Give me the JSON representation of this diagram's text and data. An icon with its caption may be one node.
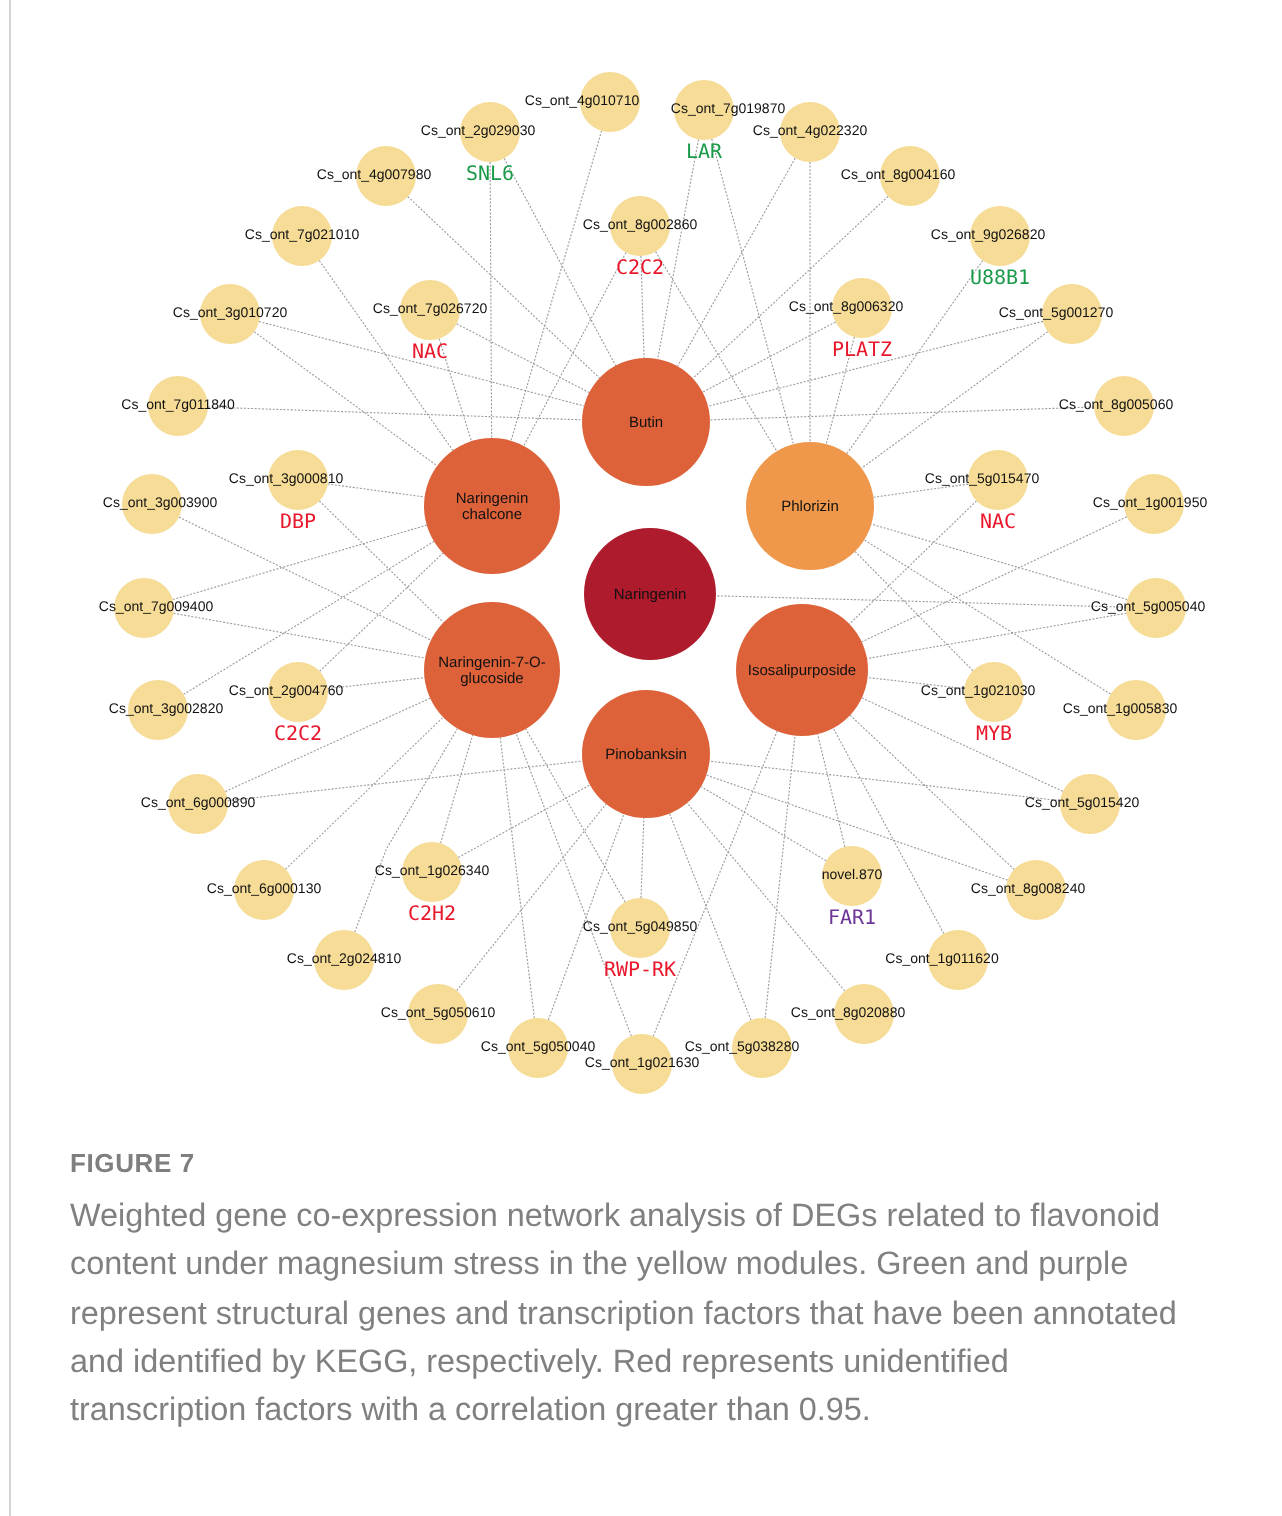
{
  "diagram": {
    "title": "FIGURE 7",
    "caption": "Weighted gene co-expression network analysis of DEGs related to flavonoid content under magnesium stress in the yellow modules. Green and purple represent structural genes and transcription factors that have been annotated and identified by KEGG, respectively. Red represents unidentified transcription factors with a correlation greater than 0.95.",
    "nodes": [
      {
        "text": [
          "Butin"
        ]
      },
      {
        "text": [
          "Naringenin chalcone"
        ]
      },
      {
        "text": [
          "Phlorizin"
        ]
      },
      {
        "text": [
          "Naringenin"
        ]
      },
      {
        "text": [
          "Naringenin-7-O-glucoside"
        ]
      },
      {
        "text": [
          "Isosalipurposide"
        ]
      },
      {
        "text": [
          "Pinobanksin"
        ]
      },
      {
        "text": [
          "Cs_ont_4g010710"
        ]
      },
      {
        "text": [
          "Cs_ont_7g019870"
        ],
        "beside": [
          "LAR"
        ]
      },
      {
        "text": [
          "Cs_ont_4g022320"
        ]
      },
      {
        "text": [
          "Cs_ont_8g004160"
        ]
      },
      {
        "text": [
          "Cs_ont_9g026820"
        ],
        "beside": [
          "U88B1"
        ]
      },
      {
        "text": [
          "Cs_ont_5g001270"
        ]
      },
      {
        "text": [
          "Cs_ont_8g005060"
        ]
      },
      {
        "text": [
          "Cs_ont_1g001950"
        ]
      },
      {
        "text": [
          "Cs_ont_5g005040"
        ]
      },
      {
        "text": [
          "Cs_ont_1g005830"
        ]
      },
      {
        "text": [
          "Cs_ont_5g015420"
        ]
      },
      {
        "text": [
          "Cs_ont_8g008240"
        ]
      },
      {
        "text": [
          "Cs_ont_1g011620"
        ]
      },
      {
        "text": [
          "Cs_ont_8g020880"
        ]
      },
      {
        "text": [
          "Cs_ont_5g038280"
        ]
      },
      {
        "text": [
          "Cs_ont_1g021630"
        ]
      },
      {
        "text": [
          "Cs_ont_5g050040"
        ]
      },
      {
        "text": [
          "Cs_ont_5g050610"
        ]
      },
      {
        "text": [
          "Cs_ont_2g024810"
        ]
      },
      {
        "text": [
          "Cs_ont_6g000130"
        ]
      },
      {
        "text": [
          "Cs_ont_6g000890"
        ]
      },
      {
        "text": [
          "Cs_ont_3g002820"
        ]
      },
      {
        "text": [
          "Cs_ont_7g009400"
        ]
      },
      {
        "text": [
          "Cs_ont_3g003900"
        ]
      },
      {
        "text": [
          "Cs_ont_7g011840"
        ]
      },
      {
        "text": [
          "Cs_ont_3g010720"
        ]
      },
      {
        "text": [
          "Cs_ont_7g021010"
        ]
      },
      {
        "text": [
          "Cs_ont_4g007980"
        ]
      },
      {
        "text": [
          "Cs_ont_2g029030"
        ],
        "beside": [
          "SNL6"
        ]
      },
      {
        "text": [
          "Cs_ont_8g002860"
        ],
        "beside": [
          "C2C2"
        ]
      },
      {
        "text": [
          "Cs_ont_8g006320"
        ],
        "beside": [
          "PLATZ"
        ]
      },
      {
        "text": [
          "Cs_ont_5g015470"
        ],
        "beside": [
          "NAC"
        ]
      },
      {
        "text": [
          "Cs_ont_1g021030"
        ],
        "beside": [
          "MYB"
        ]
      },
      {
        "text": [
          "novel.870"
        ],
        "beside": [
          "FAR1"
        ]
      },
      {
        "text": [
          "Cs_ont_5g049850"
        ],
        "beside": [
          "RWP-RK"
        ]
      },
      {
        "text": [
          "Cs_ont_1g026340"
        ],
        "beside": [
          "C2H2"
        ]
      },
      {
        "text": [
          "Cs_ont_2g004760"
        ],
        "beside": [
          "C2C2"
        ]
      },
      {
        "text": [
          "Cs_ont_3g000810"
        ],
        "beside": [
          "DBP"
        ]
      },
      {
        "text": [
          "Cs_ont_7g026720"
        ],
        "beside": [
          "NAC"
        ]
      }
    ],
    "edges": [
      {
        "from": 7,
        "to": 1,
        "arrow": "none"
      },
      {
        "from": 8,
        "to": 0,
        "arrow": "none"
      },
      {
        "from": 8,
        "to": 2,
        "arrow": "none"
      },
      {
        "from": 9,
        "to": 0,
        "arrow": "none"
      },
      {
        "from": 9,
        "to": 2,
        "arrow": "none"
      },
      {
        "from": 10,
        "to": 0,
        "arrow": "none"
      },
      {
        "from": 11,
        "to": 2,
        "arrow": "none"
      },
      {
        "from": 12,
        "to": 0,
        "arrow": "none"
      },
      {
        "from": 12,
        "to": 2,
        "arrow": "none"
      },
      {
        "from": 13,
        "to": 0,
        "arrow": "none"
      },
      {
        "from": 14,
        "to": 5,
        "arrow": "none"
      },
      {
        "from": 15,
        "to": 2,
        "arrow": "none"
      },
      {
        "from": 15,
        "to": 3,
        "arrow": "none"
      },
      {
        "from": 15,
        "to": 5,
        "arrow": "none"
      },
      {
        "from": 16,
        "to": 2,
        "arrow": "none"
      },
      {
        "from": 17,
        "to": 5,
        "arrow": "none"
      },
      {
        "from": 17,
        "to": 6,
        "arrow": "none"
      },
      {
        "from": 18,
        "to": 5,
        "arrow": "none"
      },
      {
        "from": 18,
        "to": 6,
        "arrow": "none"
      },
      {
        "from": 19,
        "to": 5,
        "arrow": "none"
      },
      {
        "from": 20,
        "to": 6,
        "arrow": "none"
      },
      {
        "from": 21,
        "to": 5,
        "arrow": "none"
      },
      {
        "from": 21,
        "to": 6,
        "arrow": "none"
      },
      {
        "from": 22,
        "to": 4,
        "arrow": "none"
      },
      {
        "from": 22,
        "to": 5,
        "arrow": "none"
      },
      {
        "from": 23,
        "to": 4,
        "arrow": "none"
      },
      {
        "from": 23,
        "to": 6,
        "arrow": "none"
      },
      {
        "from": 24,
        "to": 6,
        "arrow": "none"
      },
      {
        "from": 25,
        "to": 4,
        "arrow": "none"
      },
      {
        "from": 26,
        "to": 4,
        "arrow": "none"
      },
      {
        "from": 27,
        "to": 4,
        "arrow": "none"
      },
      {
        "from": 27,
        "to": 6,
        "arrow": "none"
      },
      {
        "from": 28,
        "to": 1,
        "arrow": "none"
      },
      {
        "from": 29,
        "to": 1,
        "arrow": "none"
      },
      {
        "from": 29,
        "to": 4,
        "arrow": "none"
      },
      {
        "from": 30,
        "to": 4,
        "arrow": "none"
      },
      {
        "from": 31,
        "to": 0,
        "arrow": "none"
      },
      {
        "from": 32,
        "to": 0,
        "arrow": "none"
      },
      {
        "from": 32,
        "to": 1,
        "arrow": "none"
      },
      {
        "from": 33,
        "to": 1,
        "arrow": "none"
      },
      {
        "from": 34,
        "to": 0,
        "arrow": "none"
      },
      {
        "from": 35,
        "to": 0,
        "arrow": "none"
      },
      {
        "from": 35,
        "to": 1,
        "arrow": "none"
      },
      {
        "from": 36,
        "to": 0,
        "arrow": "none"
      },
      {
        "from": 36,
        "to": 1,
        "arrow": "none"
      },
      {
        "from": 36,
        "to": 2,
        "arrow": "none"
      },
      {
        "from": 37,
        "to": 0,
        "arrow": "none"
      },
      {
        "from": 37,
        "to": 2,
        "arrow": "none"
      },
      {
        "from": 38,
        "to": 2,
        "arrow": "none"
      },
      {
        "from": 38,
        "to": 5,
        "arrow": "none"
      },
      {
        "from": 39,
        "to": 2,
        "arrow": "none"
      },
      {
        "from": 39,
        "to": 5,
        "arrow": "none"
      },
      {
        "from": 40,
        "to": 5,
        "arrow": "none"
      },
      {
        "from": 40,
        "to": 6,
        "arrow": "none"
      },
      {
        "from": 41,
        "to": 4,
        "arrow": "none"
      },
      {
        "from": 41,
        "to": 6,
        "arrow": "none"
      },
      {
        "from": 42,
        "to": 4,
        "arrow": "none"
      },
      {
        "from": 42,
        "to": 6,
        "arrow": "none"
      },
      {
        "from": 43,
        "to": 1,
        "arrow": "none"
      },
      {
        "from": 43,
        "to": 4,
        "arrow": "none"
      },
      {
        "from": 44,
        "to": 1,
        "arrow": "none"
      },
      {
        "from": 44,
        "to": 4,
        "arrow": "none"
      },
      {
        "from": 45,
        "to": 0,
        "arrow": "none"
      },
      {
        "from": 45,
        "to": 1,
        "arrow": "none"
      }
    ]
  }
}
